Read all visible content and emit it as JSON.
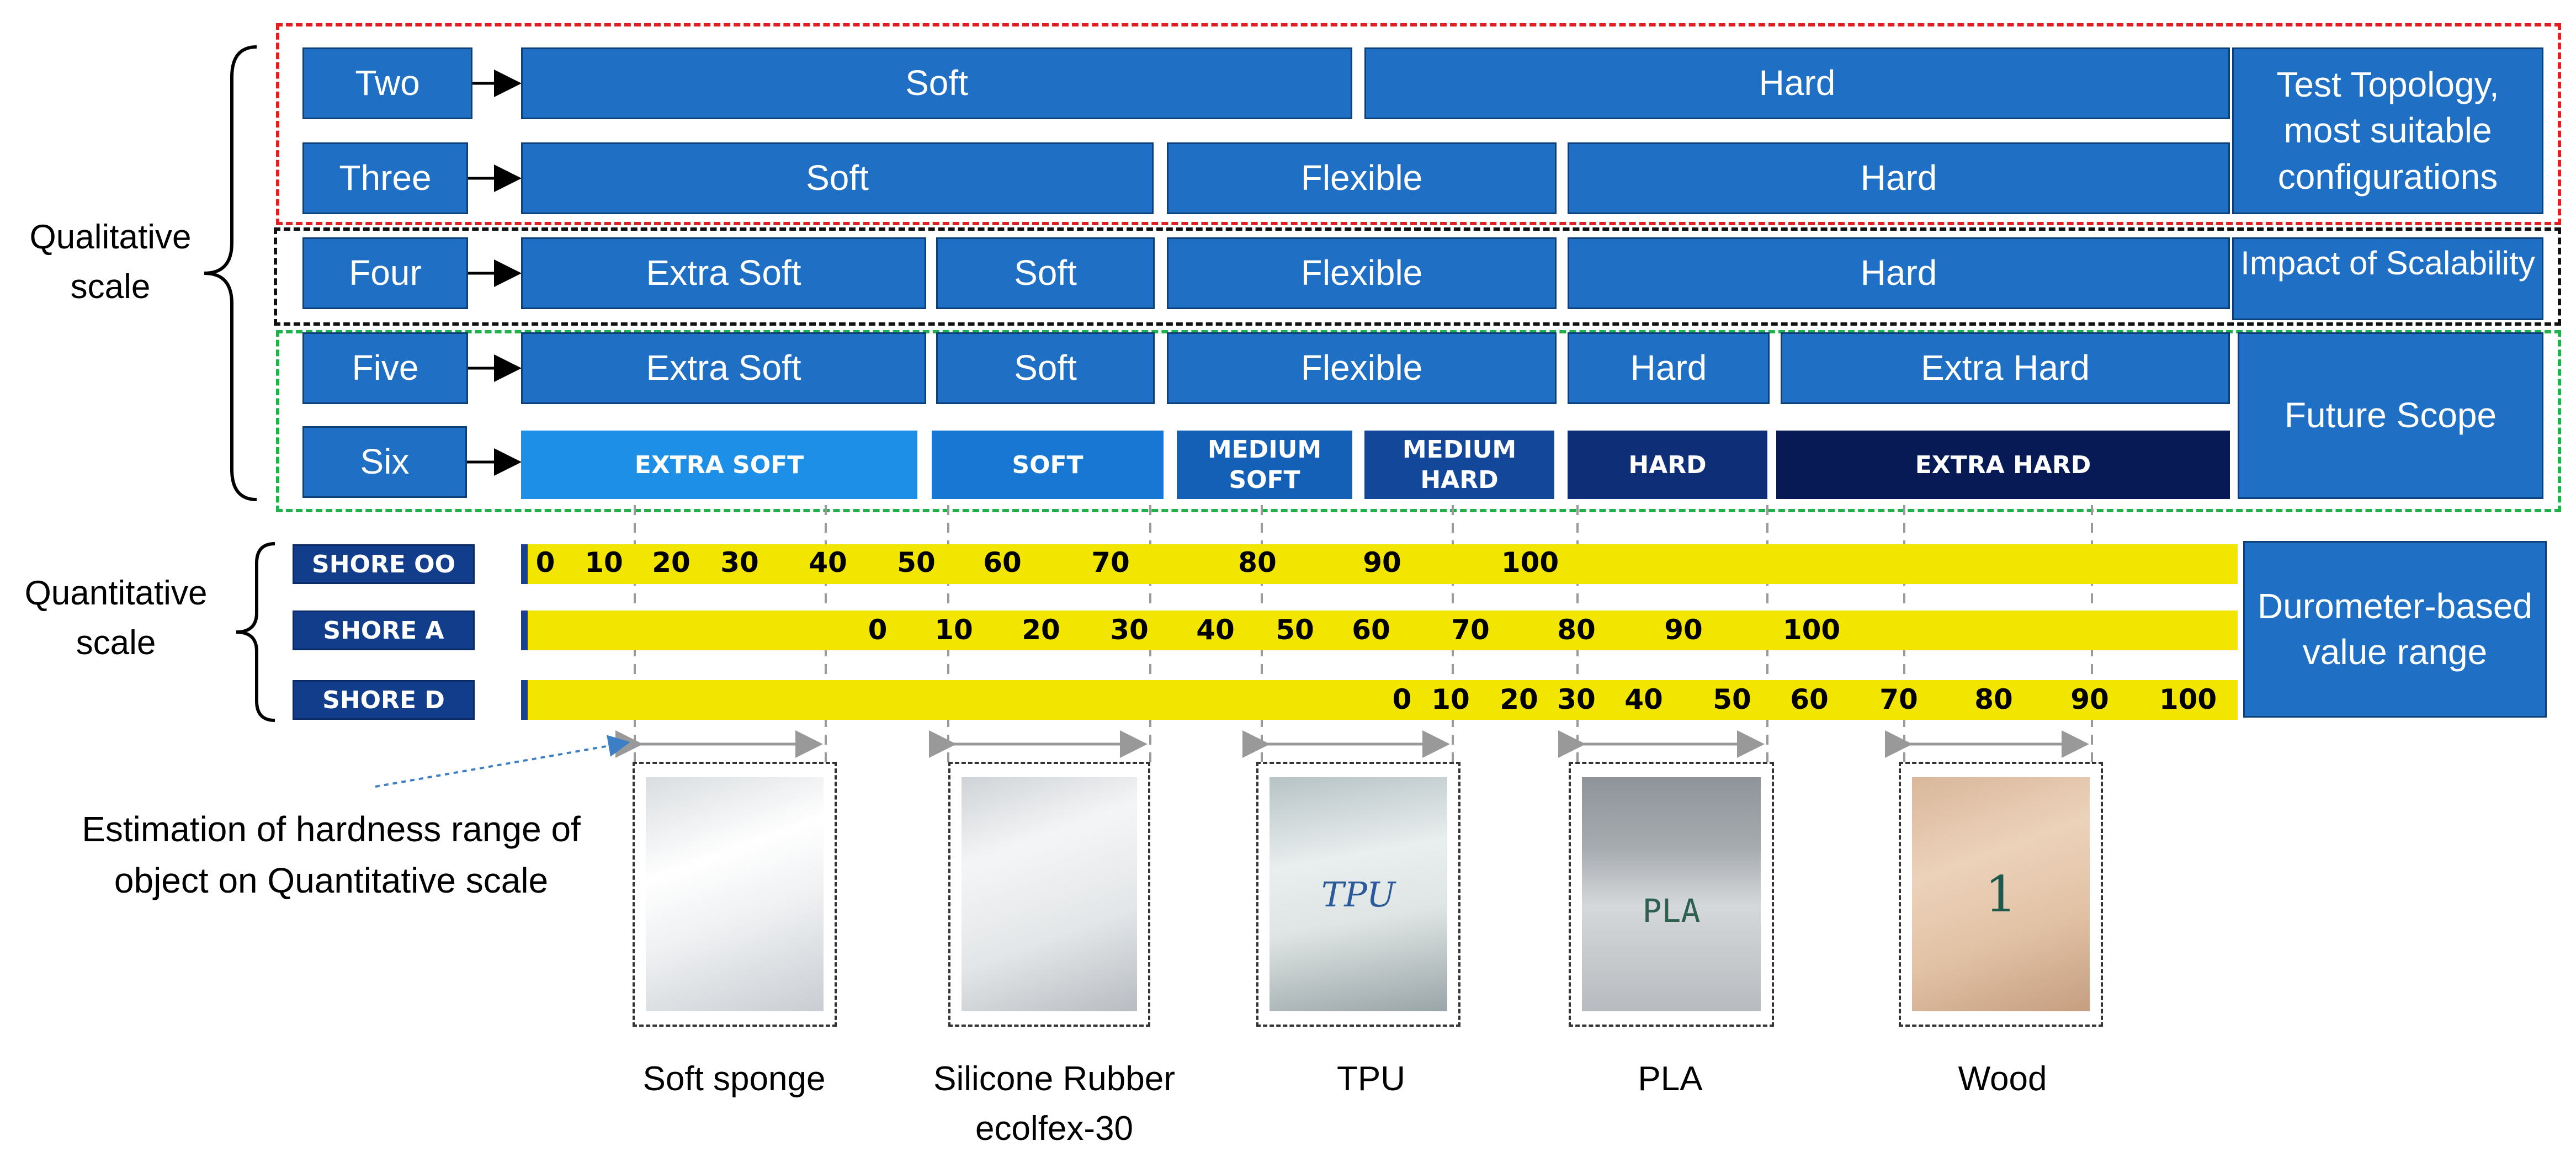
{
  "colors": {
    "box_blue": "#1f6fc5",
    "tick_bar": "#f2e600",
    "shore_tag": "#123d8a",
    "group_red": "#e02020",
    "group_black": "#111111",
    "group_green": "#22b04a"
  },
  "side_labels": {
    "qualitative": "Qualitative scale",
    "quantitative": "Quantitative scale"
  },
  "rows": [
    {
      "level": "Two",
      "cells": [
        "Soft",
        "Hard"
      ]
    },
    {
      "level": "Three",
      "cells": [
        "Soft",
        "Flexible",
        "Hard"
      ]
    },
    {
      "level": "Four",
      "cells": [
        "Extra Soft",
        "Soft",
        "Flexible",
        "Hard"
      ]
    },
    {
      "level": "Five",
      "cells": [
        "Extra Soft",
        "Soft",
        "Flexible",
        "Hard",
        "Extra Hard"
      ]
    },
    {
      "level": "Six",
      "cells": [
        "EXTRA SOFT",
        "SOFT",
        "MEDIUM SOFT",
        "MEDIUM HARD",
        "HARD",
        "EXTRA HARD"
      ]
    }
  ],
  "right_notes": {
    "test_topology": "Test Topology, most suitable configurations",
    "scalability": "Impact of Scalability",
    "future": "Future Scope",
    "durometer": "Durometer-based value range"
  },
  "shore_scales": [
    {
      "name": "SHORE OO",
      "ticks": [
        "0",
        "10",
        "20",
        "30",
        "40",
        "50",
        "60",
        "70",
        "80",
        "90",
        "100"
      ]
    },
    {
      "name": "SHORE A",
      "ticks": [
        "0",
        "10",
        "20",
        "30",
        "40",
        "50",
        "60",
        "70",
        "80",
        "90",
        "100"
      ]
    },
    {
      "name": "SHORE D",
      "ticks": [
        "0",
        "10",
        "20",
        "30",
        "40",
        "50",
        "60",
        "70",
        "80",
        "90",
        "100"
      ]
    }
  ],
  "annotation": "Estimation of hardness range of object on Quantitative scale",
  "materials": [
    {
      "name": "Soft sponge",
      "photo_text": ""
    },
    {
      "name": "Silicone Rubber ecolfex-30",
      "photo_text": ""
    },
    {
      "name": "TPU",
      "photo_text": "TPU"
    },
    {
      "name": "PLA",
      "photo_text": "PLA"
    },
    {
      "name": "Wood",
      "photo_text": "1"
    }
  ]
}
